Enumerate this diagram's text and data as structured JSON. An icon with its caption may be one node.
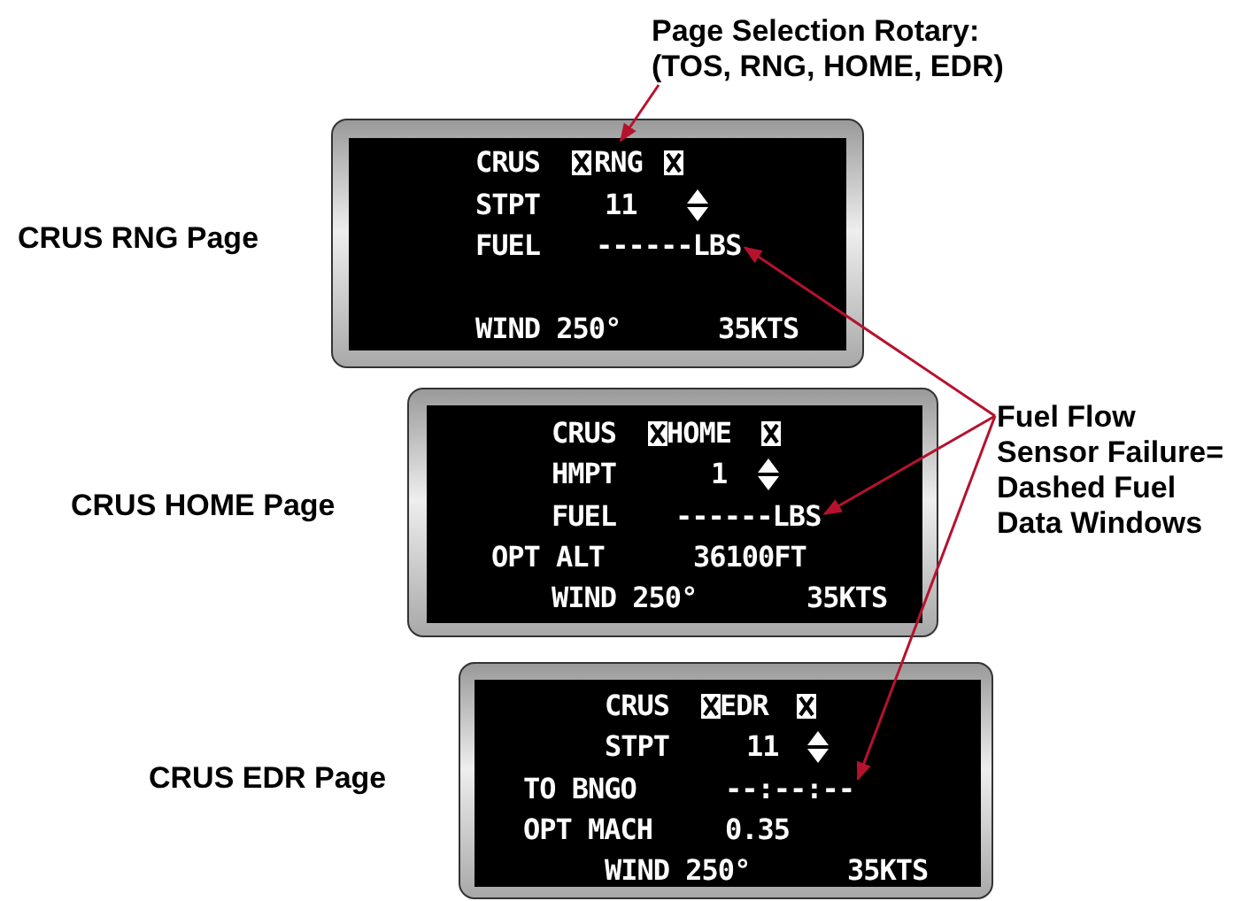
{
  "diagram": {
    "nodes": [
      {
        "text": [
          "Page Selection Rotary: (TOS, RNG, HOME, EDR)"
        ]
      },
      {
        "text": [
          "CRUS",
          "STPT",
          "11",
          "FUEL",
          "WIND 250°",
          "35KTS"
        ],
        "beside": [
          "CRUS RNG Page"
        ]
      },
      {
        "text": [
          "RNG"
        ],
        "in": 1
      },
      {
        "text": [
          "------LBS"
        ],
        "in": 1
      },
      {
        "text": [
          "Fuel Flow Sensor Failure= Dashed Fuel Data Windows"
        ]
      },
      {
        "text": [
          "CRUS",
          "HMPT",
          "1",
          "FUEL",
          "OPT ALT",
          "36100FT",
          "WIND 250°",
          "35KTS"
        ],
        "beside": [
          "CRUS HOME Page"
        ]
      },
      {
        "text": [
          "HOME"
        ],
        "in": 5
      },
      {
        "text": [
          "------LBS"
        ],
        "in": 5
      },
      {
        "text": [
          "CRUS",
          "STPT",
          "11",
          "TO BNGO",
          "OPT MACH",
          "0.35",
          "WIND 250°",
          "35KTS"
        ],
        "beside": [
          "CRUS EDR Page"
        ]
      },
      {
        "text": [
          "EDR"
        ],
        "in": 8
      },
      {
        "text": [
          "--:--:--"
        ],
        "in": 8
      }
    ],
    "edges": [
      {
        "from": 0,
        "to": 2,
        "arrow": "to"
      },
      {
        "from": 4,
        "to": 3,
        "arrow": "to"
      },
      {
        "from": 4,
        "to": 7,
        "arrow": "to"
      },
      {
        "from": 4,
        "to": 10,
        "arrow": "to"
      }
    ]
  }
}
